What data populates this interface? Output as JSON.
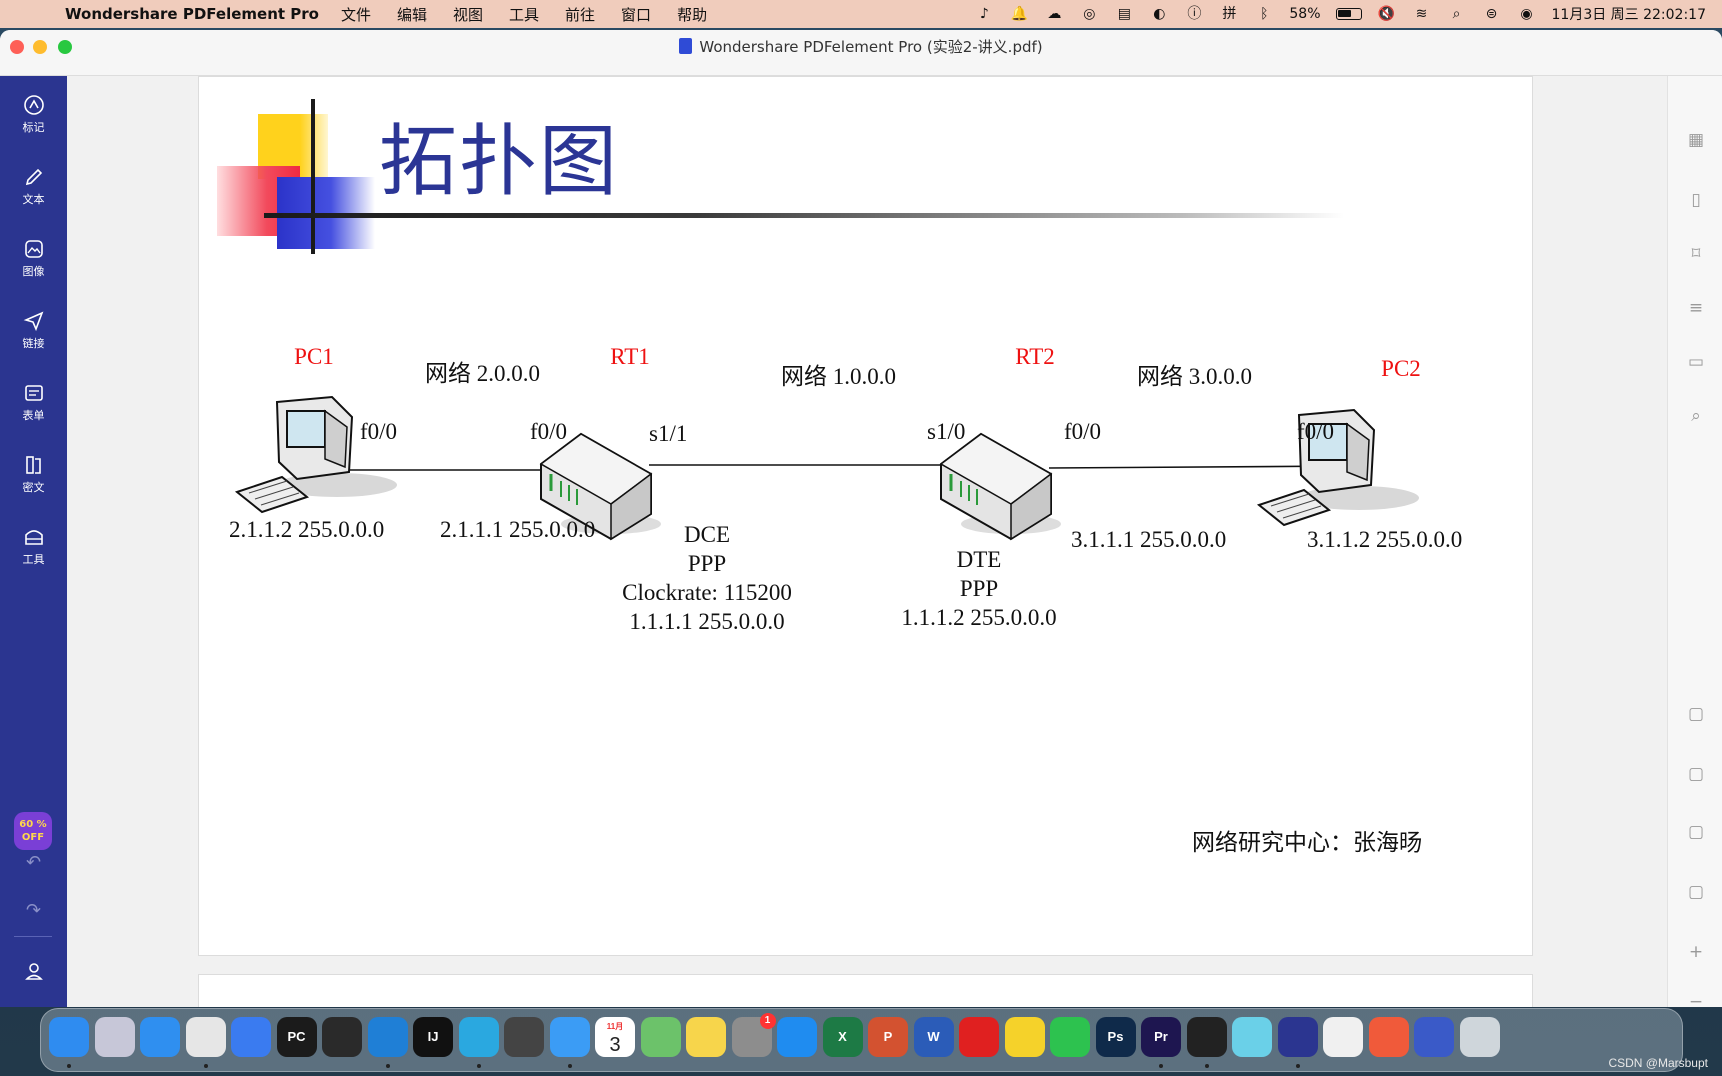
{
  "menubar": {
    "app_name": "Wondershare PDFelement Pro",
    "items": [
      "文件",
      "编辑",
      "视图",
      "工具",
      "前往",
      "窗口",
      "帮助"
    ],
    "battery": "58%",
    "datetime": "11月3日 周三 22:02:17"
  },
  "window": {
    "title": "Wondershare PDFelement Pro (实验2-讲义.pdf)"
  },
  "left_toolbar": {
    "items": [
      {
        "label": "标记",
        "icon": "markup-icon"
      },
      {
        "label": "文本",
        "icon": "pencil-icon"
      },
      {
        "label": "图像",
        "icon": "image-icon"
      },
      {
        "label": "链接",
        "icon": "link-icon"
      },
      {
        "label": "表单",
        "icon": "form-icon"
      },
      {
        "label": "密文",
        "icon": "redact-icon"
      },
      {
        "label": "工具",
        "icon": "tools-icon"
      }
    ],
    "promo": "60 % OFF"
  },
  "slide": {
    "title": "拓扑图",
    "author": "网络研究中心：张海旸",
    "devices": {
      "pc1": "PC1",
      "rt1": "RT1",
      "rt2": "RT2",
      "pc2": "PC2"
    },
    "networks": {
      "left": "网络 2.0.0.0",
      "middle": "网络 1.0.0.0",
      "right": "网络 3.0.0.0"
    },
    "ports": {
      "pc1_f": "f0/0",
      "rt1_f": "f0/0",
      "rt1_s": "s1/1",
      "rt2_s": "s1/0",
      "rt2_f": "f0/0",
      "pc2_f": "f0/0"
    },
    "addresses": {
      "pc1": "2.1.1.2  255.0.0.0",
      "rt1_f": "2.1.1.1  255.0.0.0",
      "rt2_f": "3.1.1.1  255.0.0.0",
      "pc2": "3.1.1.2  255.0.0.0"
    },
    "rt1_serial": [
      "DCE",
      "PPP",
      "Clockrate: 115200",
      "1.1.1.1  255.0.0.0"
    ],
    "rt2_serial": [
      "DTE",
      "PPP",
      "1.1.1.2  255.0.0.0"
    ]
  },
  "dock": {
    "apps": [
      {
        "name": "Finder",
        "short": "",
        "color": "#2f8cf0"
      },
      {
        "name": "Launchpad",
        "short": "",
        "color": "#c7c7d8"
      },
      {
        "name": "Safari",
        "short": "",
        "color": "#2f8ff0"
      },
      {
        "name": "Chrome",
        "short": "",
        "color": "#e6e6e6"
      },
      {
        "name": "Xcode",
        "short": "",
        "color": "#3a7bf0"
      },
      {
        "name": "PyCharm",
        "short": "PC",
        "color": "#1b1b1b"
      },
      {
        "name": "Terminal ring",
        "short": "",
        "color": "#2a2a2a"
      },
      {
        "name": "VS Code",
        "short": "",
        "color": "#1f7fd6"
      },
      {
        "name": "IntelliJ",
        "short": "IJ",
        "color": "#111"
      },
      {
        "name": "App",
        "short": "",
        "color": "#2aa8e0"
      },
      {
        "name": "Siri",
        "short": "",
        "color": "#444"
      },
      {
        "name": "Mail",
        "short": "",
        "color": "#3b9cf5"
      },
      {
        "name": "Calendar",
        "short": "3",
        "color": "#ffffff"
      },
      {
        "name": "Maps",
        "short": "",
        "color": "#6cc26a"
      },
      {
        "name": "Notes",
        "short": "",
        "color": "#f7d54b"
      },
      {
        "name": "System Preferences",
        "short": "",
        "color": "#8d8d8d"
      },
      {
        "name": "App Store",
        "short": "",
        "color": "#1f8cf0"
      },
      {
        "name": "Excel",
        "short": "X",
        "color": "#1d7a45"
      },
      {
        "name": "PowerPoint",
        "short": "P",
        "color": "#d35230"
      },
      {
        "name": "Word",
        "short": "W",
        "color": "#2b5cb8"
      },
      {
        "name": "NetEase Music",
        "short": "",
        "color": "#e02020"
      },
      {
        "name": "QQ Music",
        "short": "",
        "color": "#f5d22a"
      },
      {
        "name": "WeChat",
        "short": "",
        "color": "#2dc24f"
      },
      {
        "name": "Photoshop",
        "short": "Ps",
        "color": "#0f2a4a"
      },
      {
        "name": "Premiere",
        "short": "Pr",
        "color": "#1e1650"
      },
      {
        "name": "Pen",
        "short": "",
        "color": "#222"
      },
      {
        "name": "Infuse",
        "short": "",
        "color": "#6ad0e8"
      },
      {
        "name": "PDFelement",
        "short": "",
        "color": "#2b3590"
      },
      {
        "name": "QQ",
        "short": "",
        "color": "#f0f0f0"
      },
      {
        "name": "Screen record",
        "short": "",
        "color": "#f05a3a"
      },
      {
        "name": "Screens",
        "short": "",
        "color": "#3a5ac8"
      },
      {
        "name": "Trash",
        "short": "",
        "color": "#cfd6db"
      }
    ],
    "calendar_badge": "11月",
    "settings_badge": "1"
  },
  "watermark": "CSDN @Marsbupt",
  "colors": {
    "toolbar": "#2b3590",
    "title_text": "#2b3595",
    "device_label": "#ee1111"
  }
}
